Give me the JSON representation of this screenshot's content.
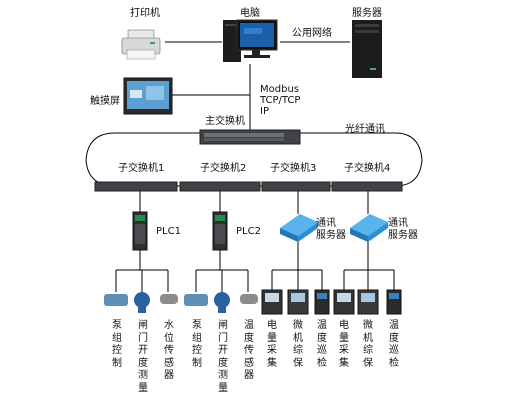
{
  "nodes": {
    "printer": "打印机",
    "computer": "电脑",
    "server": "服务器",
    "public_network": "公用网络",
    "touchscreen": "触摸屏",
    "protocol": "Modbus\nTCP/TCP\nIP",
    "main_switch": "主交换机",
    "fiber": "光纤通讯",
    "sub_switches": [
      "子交换机1",
      "子交换机2",
      "子交换机3",
      "子交换机4"
    ],
    "plc1": "PLC1",
    "plc2": "PLC2",
    "comm_server_1": "通讯\n服务器",
    "comm_server_2": "通讯\n服务器"
  },
  "devices": [
    "泵组控制",
    "闸门开度测量",
    "水位传感器",
    "泵组控制",
    "闸门开度测量",
    "温度传感器",
    "电量采集",
    "微机综保",
    "温度巡检",
    "电量采集",
    "微机综保",
    "温度巡检"
  ],
  "colors": {
    "line": "#000000",
    "switch": "#3f4347",
    "tower": "#1c1c1f",
    "comm_box": "#2a8fd6",
    "plc_green": "#1e8f4a"
  }
}
